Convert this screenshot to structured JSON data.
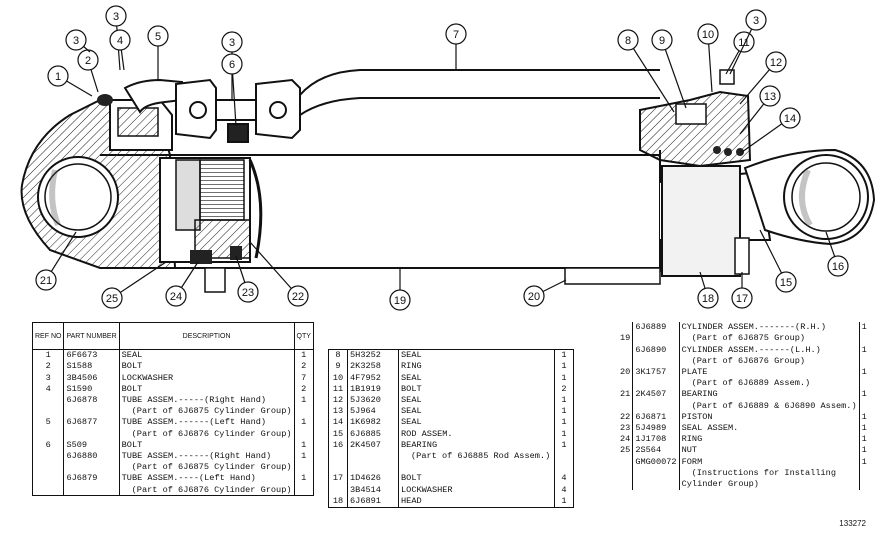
{
  "callouts": [
    "1",
    "2",
    "3",
    "3",
    "4",
    "5",
    "3",
    "6",
    "7",
    "8",
    "9",
    "10",
    "11",
    "3",
    "12",
    "13",
    "14",
    "15",
    "16",
    "17",
    "18",
    "19",
    "20",
    "21",
    "22",
    "23",
    "24",
    "25"
  ],
  "table_headers": {
    "ref": "REF NO",
    "part": "PART NUMBER",
    "desc": "DESCRIPTION",
    "qty": "QTY"
  },
  "table1_rows": [
    {
      "ref": "1",
      "part": "6F6673",
      "desc": "SEAL",
      "qty": "1"
    },
    {
      "ref": "2",
      "part": "S1588",
      "desc": "BOLT",
      "qty": "2"
    },
    {
      "ref": "3",
      "part": "3B4506",
      "desc": "LOCKWASHER",
      "qty": "7"
    },
    {
      "ref": "4",
      "part": "S1590",
      "desc": "BOLT",
      "qty": "2"
    },
    {
      "ref": "",
      "part": "6J6878",
      "desc": "TUBE ASSEM.-----(Right Hand)",
      "qty": "1"
    },
    {
      "ref": "",
      "part": "",
      "desc": "(Part of 6J6875 Cylinder Group)",
      "qty": ""
    },
    {
      "ref": "5",
      "part": "6J6877",
      "desc": "TUBE ASSEM.------(Left Hand)",
      "qty": "1"
    },
    {
      "ref": "",
      "part": "",
      "desc": "(Part of 6J6876 Cylinder Group)",
      "qty": ""
    },
    {
      "ref": "6",
      "part": "S509",
      "desc": "BOLT",
      "qty": "1"
    },
    {
      "ref": "",
      "part": "6J6880",
      "desc": "TUBE ASSEM.------(Right Hand)",
      "qty": "1"
    },
    {
      "ref": "",
      "part": "",
      "desc": "(Part of 6J6875 Cylinder Group)",
      "qty": ""
    },
    {
      "ref": "",
      "part": "6J6879",
      "desc": "TUBE ASSEM.----(Left Hand)",
      "qty": "1"
    },
    {
      "ref": "",
      "part": "",
      "desc": "(Part of 6J6876 Cylinder Group)",
      "qty": ""
    }
  ],
  "table2_rows": [
    {
      "ref": "8",
      "part": "5H3252",
      "desc": "SEAL",
      "qty": "1"
    },
    {
      "ref": "9",
      "part": "2K3258",
      "desc": "RING",
      "qty": "1"
    },
    {
      "ref": "10",
      "part": "4F7952",
      "desc": "SEAL",
      "qty": "1"
    },
    {
      "ref": "11",
      "part": "1B1919",
      "desc": "BOLT",
      "qty": "2"
    },
    {
      "ref": "12",
      "part": "5J3620",
      "desc": "SEAL",
      "qty": "1"
    },
    {
      "ref": "13",
      "part": "5J964",
      "desc": "SEAL",
      "qty": "1"
    },
    {
      "ref": "14",
      "part": "1K6982",
      "desc": "SEAL",
      "qty": "1"
    },
    {
      "ref": "15",
      "part": "6J6885",
      "desc": "ROD ASSEM.",
      "qty": "1"
    },
    {
      "ref": "16",
      "part": "2K4507",
      "desc": "BEARING",
      "qty": "1"
    },
    {
      "ref": "",
      "part": "",
      "desc": "(Part of 6J6885 Rod Assem.)",
      "qty": ""
    },
    {
      "ref": "",
      "part": "",
      "desc": "",
      "qty": ""
    },
    {
      "ref": "17",
      "part": "1D4626",
      "desc": "BOLT",
      "qty": "4"
    },
    {
      "ref": "",
      "part": "3B4514",
      "desc": "LOCKWASHER",
      "qty": "4"
    },
    {
      "ref": "18",
      "part": "6J6891",
      "desc": "HEAD",
      "qty": "1"
    }
  ],
  "table3_rows": [
    {
      "ref": "",
      "part": "6J6889",
      "desc": "CYLINDER ASSEM.-------(R.H.)",
      "qty": "1"
    },
    {
      "ref": "19",
      "part": "",
      "desc": "(Part of 6J6875 Group)",
      "qty": ""
    },
    {
      "ref": "",
      "part": "6J6890",
      "desc": "CYLINDER ASSEM.------(L.H.)",
      "qty": "1"
    },
    {
      "ref": "",
      "part": "",
      "desc": "(Part of 6J6876 Group)",
      "qty": ""
    },
    {
      "ref": "20",
      "part": "3K1757",
      "desc": "PLATE",
      "qty": "1"
    },
    {
      "ref": "",
      "part": "",
      "desc": "(Part of 6J6889 Assem.)",
      "qty": ""
    },
    {
      "ref": "21",
      "part": "2K4507",
      "desc": "BEARING",
      "qty": "1"
    },
    {
      "ref": "",
      "part": "",
      "desc": "(Part of 6J6889 & 6J6890 Assem.)",
      "qty": ""
    },
    {
      "ref": "22",
      "part": "6J6871",
      "desc": "PISTON",
      "qty": "1"
    },
    {
      "ref": "23",
      "part": "5J4989",
      "desc": "SEAL ASSEM.",
      "qty": "1"
    },
    {
      "ref": "24",
      "part": "1J1708",
      "desc": "RING",
      "qty": "1"
    },
    {
      "ref": "25",
      "part": "2S564",
      "desc": "NUT",
      "qty": "1"
    },
    {
      "ref": "",
      "part": "GMG00072",
      "desc": "FORM",
      "qty": "1"
    },
    {
      "ref": "",
      "part": "",
      "desc": "(Instructions for Installing",
      "qty": ""
    },
    {
      "ref": "",
      "part": "",
      "desc": "Cylinder Group)",
      "qty": ""
    }
  ],
  "figure_number": "133272"
}
